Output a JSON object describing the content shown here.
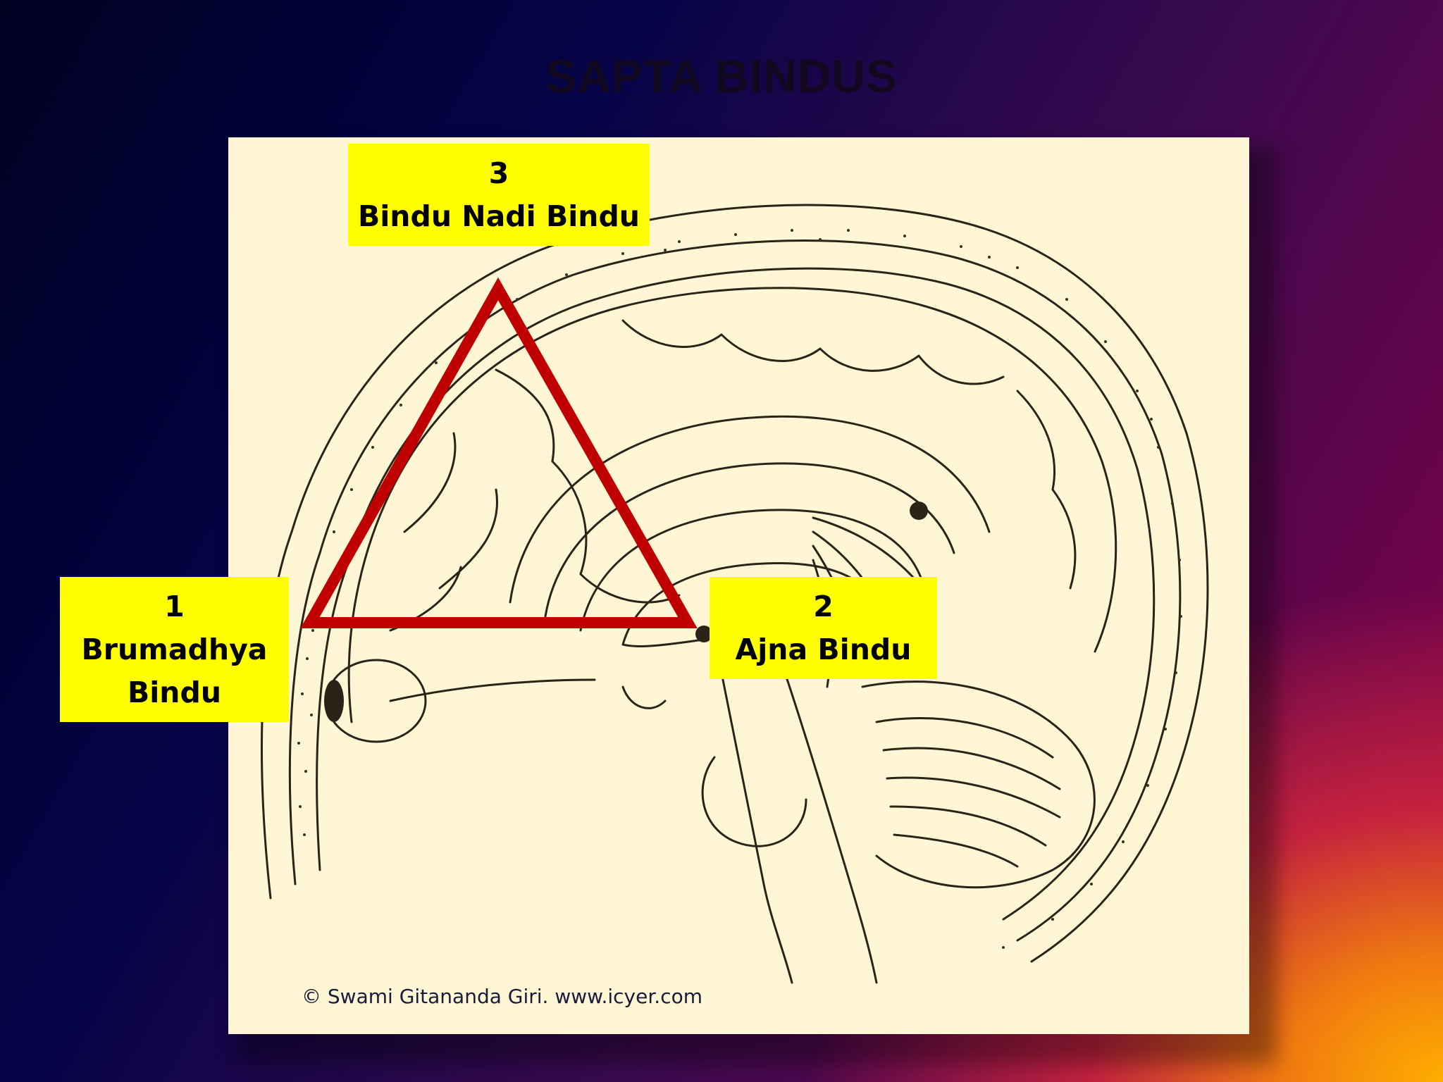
{
  "slide": {
    "title": "SAPTA BINDUS"
  },
  "labels": {
    "bindu_3": {
      "number": "3",
      "name": "Bindu Nadi Bindu"
    },
    "bindu_1": {
      "number": "1",
      "name_line1": "Brumadhya",
      "name_line2": "Bindu"
    },
    "bindu_2": {
      "number": "2",
      "name": "Ajna Bindu"
    }
  },
  "credit": "© Swami Gitananda Giri. www.icyer.com",
  "colors": {
    "label_bg": "#ffff00",
    "triangle": "#c00000",
    "panel_bg": "#fff6d6",
    "line_art": "#2a2418"
  },
  "illustration": {
    "subject": "brain-sagittal-section-drawing"
  }
}
